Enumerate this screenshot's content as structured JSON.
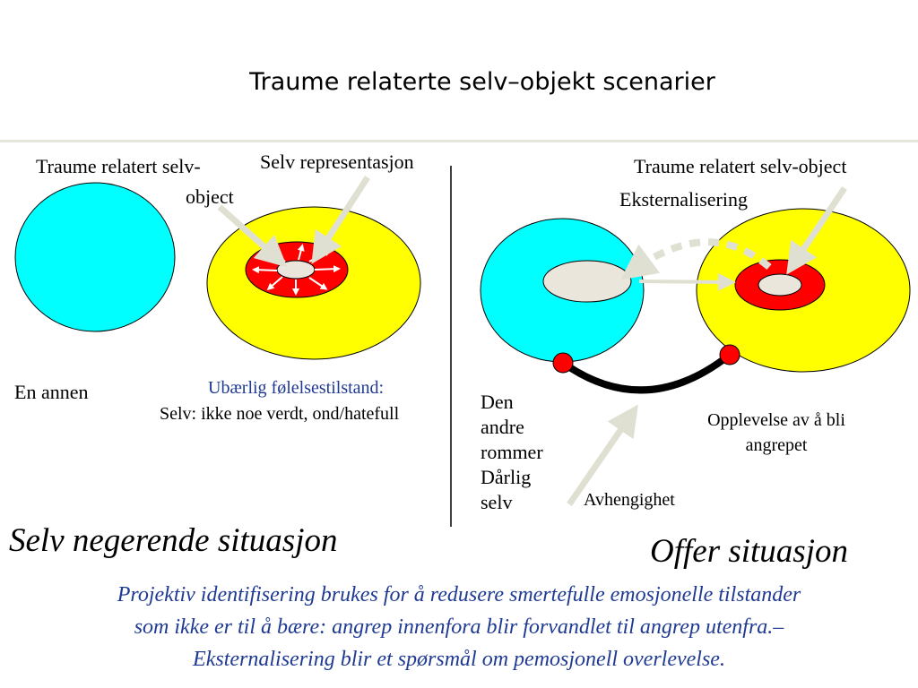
{
  "title": "Traume relaterte selv–objekt scenarier",
  "left_panel": {
    "trauma_object_label_line1": "Traume relatert selv-",
    "trauma_object_label_line2": "object",
    "self_representation_label": "Selv representasjon",
    "other_label": "En annen",
    "state_label_line1": "Ubærlig følelsestilstand:",
    "state_label_line2": "Selv: ikke noe verdt, ond/hatefull",
    "situation_heading": "Selv negerende situasjon"
  },
  "right_panel": {
    "trauma_object_label": "Traume relatert selv-object",
    "externalization_label": "Eksternalisering",
    "other_carries_lines": [
      "Den",
      "andre",
      "rommer",
      "Dårlig",
      "selv"
    ],
    "experience_label_line1": "Opplevelse av å bli",
    "experience_label_line2": "angrepet",
    "dependency_label": "Avhengighet",
    "situation_heading": "Offer situasjon"
  },
  "caption_lines": [
    "Projektiv identifisering brukes for å redusere smertefulle emosjonelle tilstander",
    "som ikke er til å bære: angrep innenfora blir forvandlet til angrep utenfra.–",
    "Eksternalisering blir et spørsmål om pemosjonell overlevelse."
  ],
  "colors": {
    "other_circle": "#00ffff",
    "self_object_circle": "#ffff00",
    "trauma_ring": "#ff0000",
    "self_core": "#ebe6dc",
    "arrow_gray": "#e0e0d2",
    "caption_text": "#1f3a93",
    "rule": "#e6e6dc"
  }
}
